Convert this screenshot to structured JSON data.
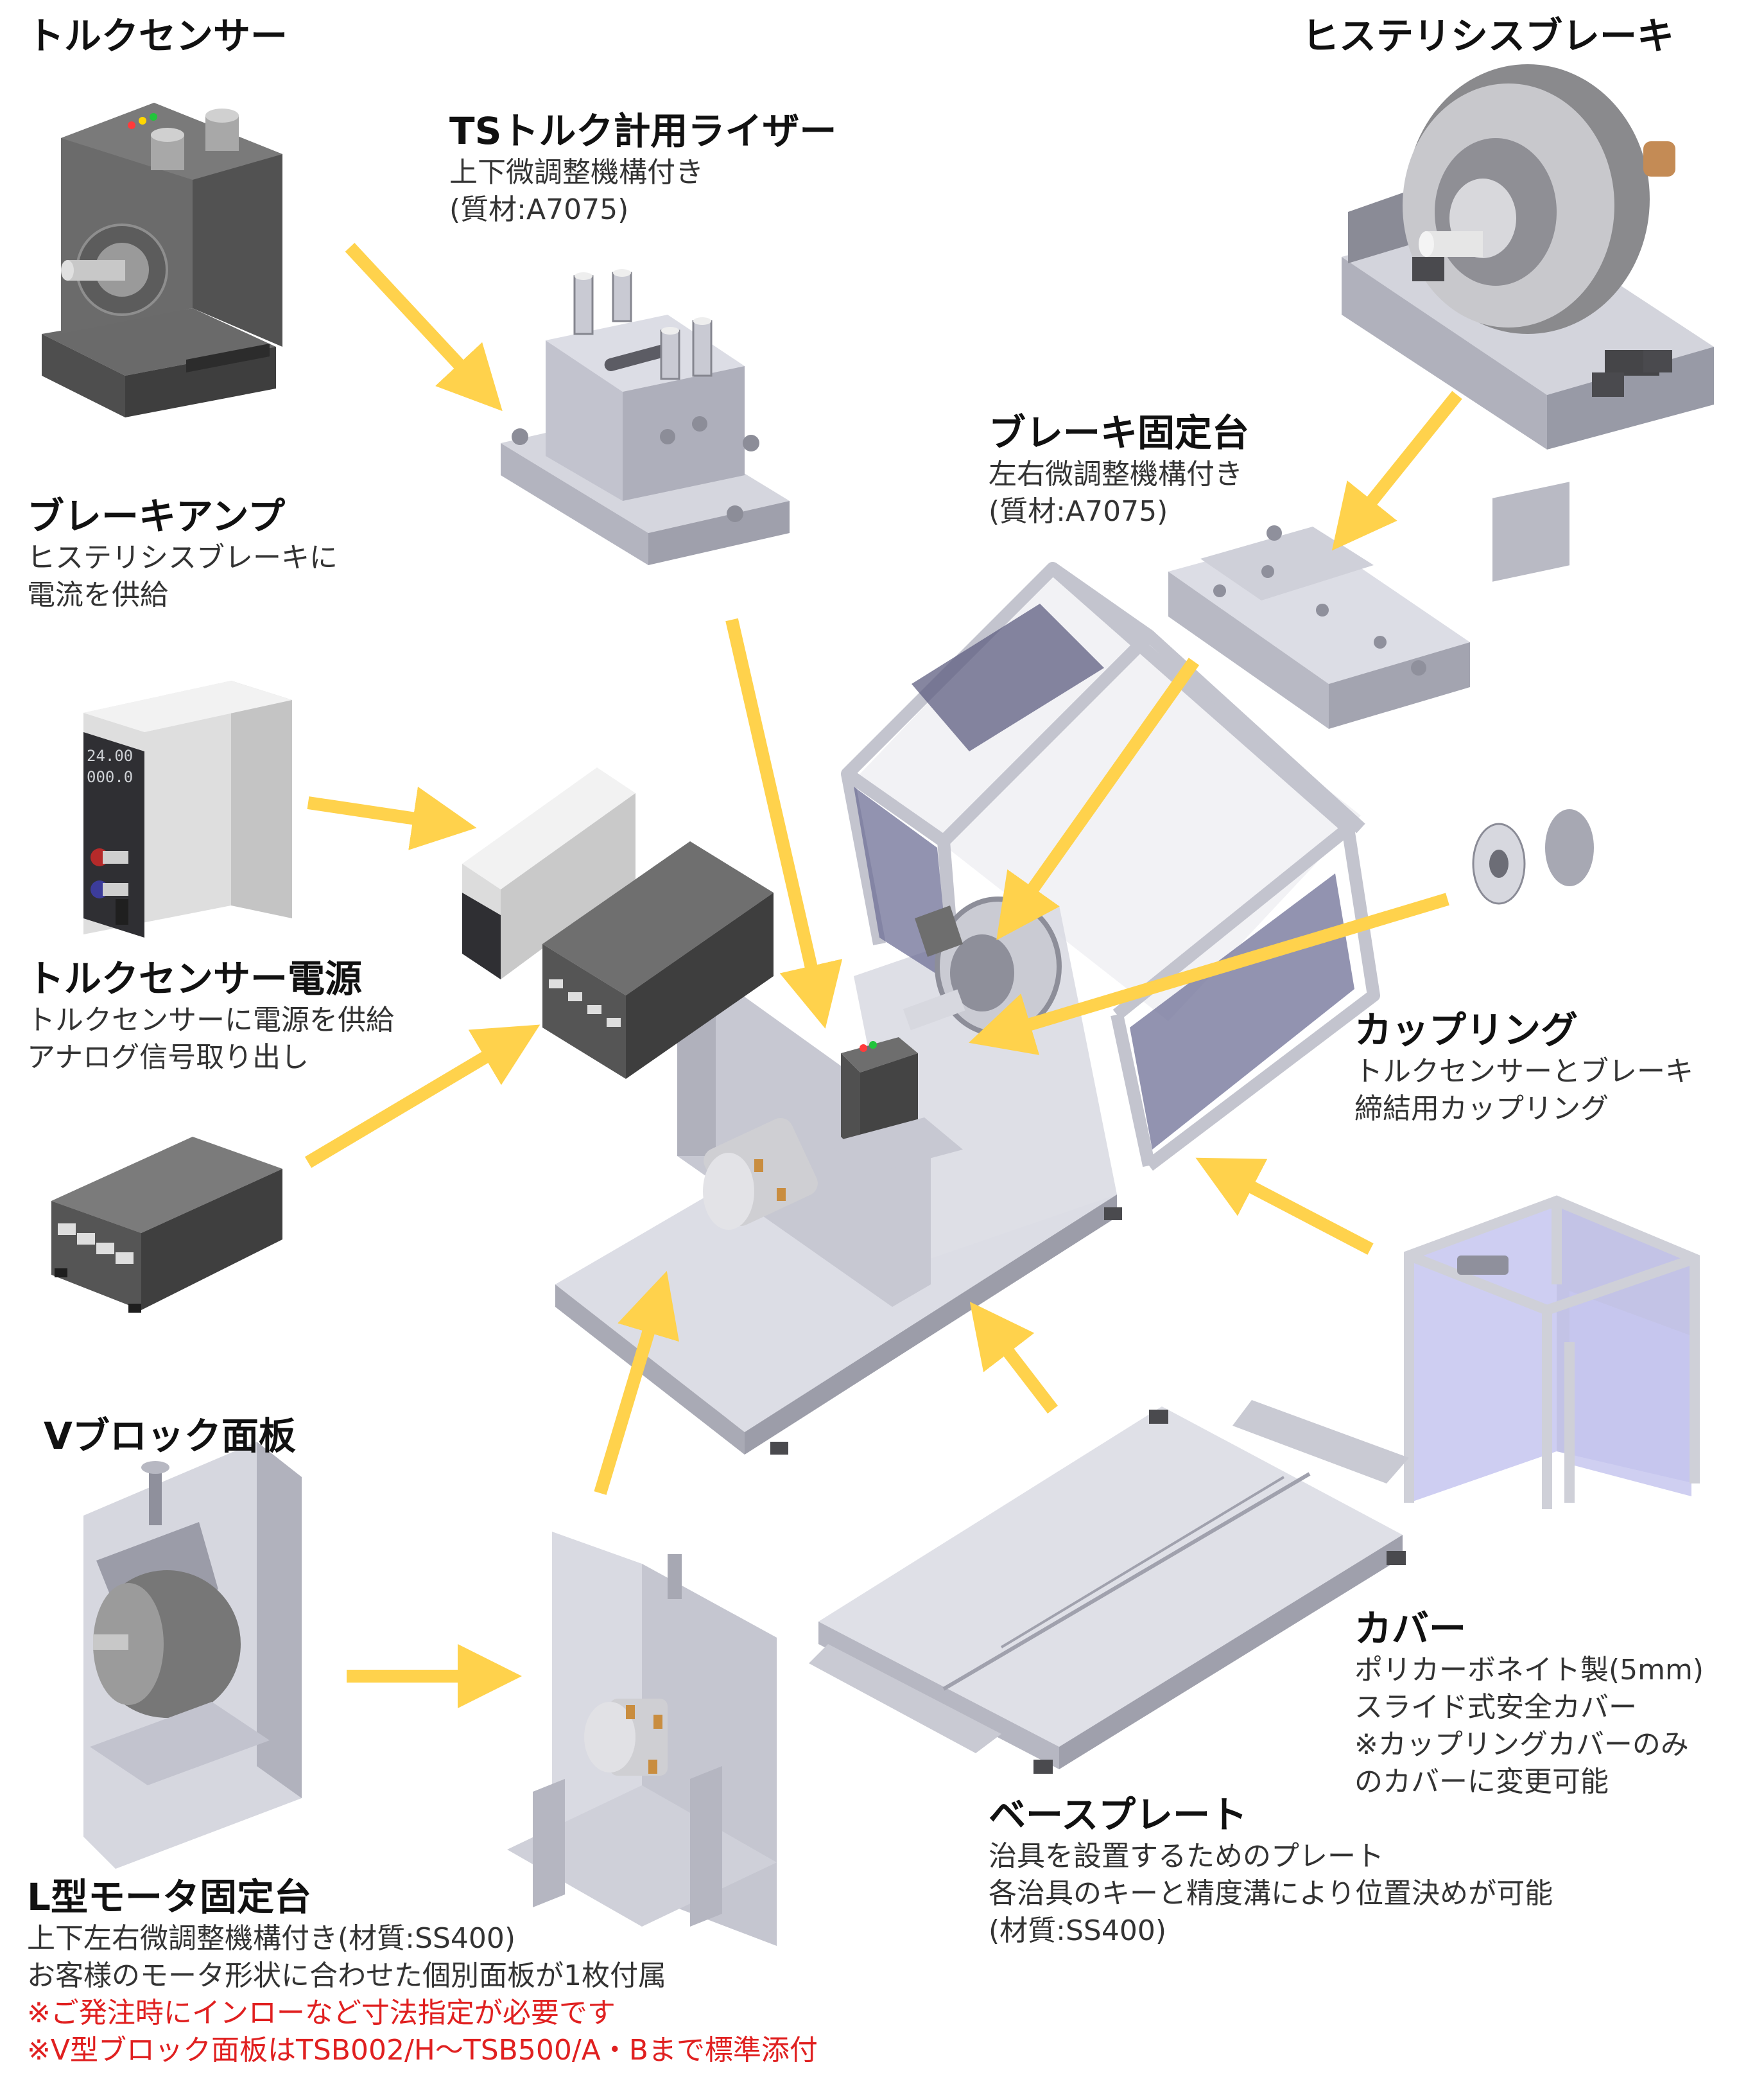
{
  "labels": {
    "torque_sensor": {
      "title": "トルクセンサー"
    },
    "ts_riser": {
      "title": "TSトルク計用ライザー",
      "lines": [
        "上下微調整機構付き",
        "(質材:A7075)"
      ]
    },
    "hysteresis_brake": {
      "title": "ヒステリシスブレーキ"
    },
    "brake_mount": {
      "title": "ブレーキ固定台",
      "lines": [
        "左右微調整機構付き",
        "(質材:A7075)"
      ]
    },
    "brake_amp": {
      "title": "ブレーキアンプ",
      "lines": [
        "ヒステリシスブレーキに",
        "電流を供給"
      ]
    },
    "sensor_power": {
      "title": "トルクセンサー電源",
      "lines": [
        "トルクセンサーに電源を供給",
        "アナログ信号取り出し"
      ]
    },
    "coupling": {
      "title": "カップリング",
      "lines": [
        "トルクセンサーとブレーキ",
        "締結用カップリング"
      ]
    },
    "vblock": {
      "title": "Vブロック面板"
    },
    "cover": {
      "title": "カバー",
      "lines": [
        "ポリカーボネイト製(5mm)",
        "スライド式安全カバー",
        "※カップリングカバーのみ",
        "のカバーに変更可能"
      ]
    },
    "base_plate": {
      "title": "ベースプレート",
      "lines": [
        "治具を設置するためのプレート",
        "各治具のキーと精度溝により位置決めが可能",
        "(材質:SS400)"
      ]
    },
    "l_motor_mount": {
      "title": "L型モータ固定台",
      "lines": [
        "上下左右微調整機構付き(材質:SS400)",
        "お客様のモータ形状に合わせた個別面板が1枚付属"
      ],
      "notes": [
        "※ご発注時にインローなど寸法指定が必要です",
        "※V型ブロック面板はTSB002/H～TSB500/A・Bまで標準添付"
      ]
    }
  },
  "amp_display": {
    "line1": "24.00",
    "line2": "000.0"
  },
  "colors": {
    "arrow": "#ffd24c",
    "note_red": "#e02020",
    "metal_light": "#d9dae3",
    "metal_mid": "#c5c7d2",
    "metal_dark": "#9d9fab",
    "housing_dark": "#5c5c5c",
    "cover_tint": "#6e6f96"
  }
}
